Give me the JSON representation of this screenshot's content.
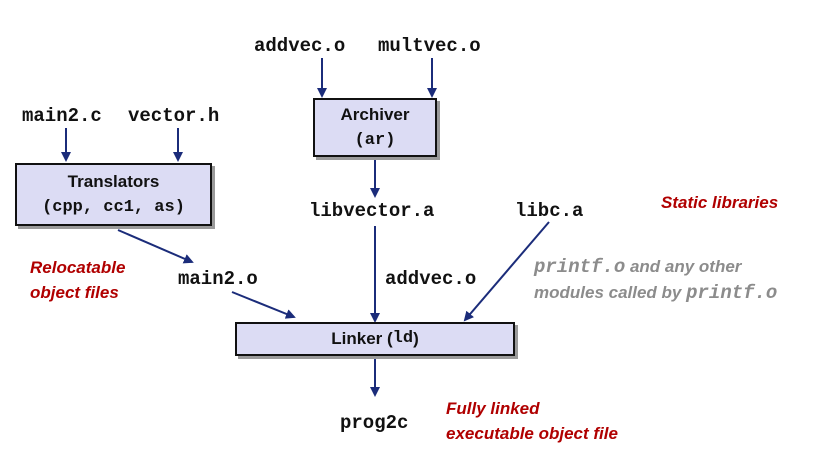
{
  "inputs": {
    "main_c": "main2.c",
    "vector_h": "vector.h",
    "addvec_o": "addvec.o",
    "multvec_o": "multvec.o"
  },
  "boxes": {
    "translators": {
      "title": "Translators",
      "sub": "(cpp, cc1, as)"
    },
    "archiver": {
      "title": "Archiver",
      "sub": "(ar)"
    },
    "linker": {
      "title": "Linker (",
      "code": "ld",
      "tail": ")"
    }
  },
  "files": {
    "libvector": "libvector.a",
    "libc": "libc.a",
    "main2_o": "main2.o",
    "addvec_o_link": "addvec.o",
    "output": "prog2c"
  },
  "notes": {
    "static_libraries": "Static libraries",
    "relocatable_1": "Relocatable",
    "relocatable_2": "object files",
    "fully_1": "Fully linked",
    "fully_2": "executable object file",
    "printf_code_1": "printf.o",
    "printf_text_1": " and any other",
    "printf_text_2": "modules called by ",
    "printf_code_2": "printf.o"
  },
  "colors": {
    "arrow": "#1b2c7a",
    "box_fill": "#dcdcf4",
    "note_red": "#b00000",
    "note_gray": "#8c8c8c"
  }
}
